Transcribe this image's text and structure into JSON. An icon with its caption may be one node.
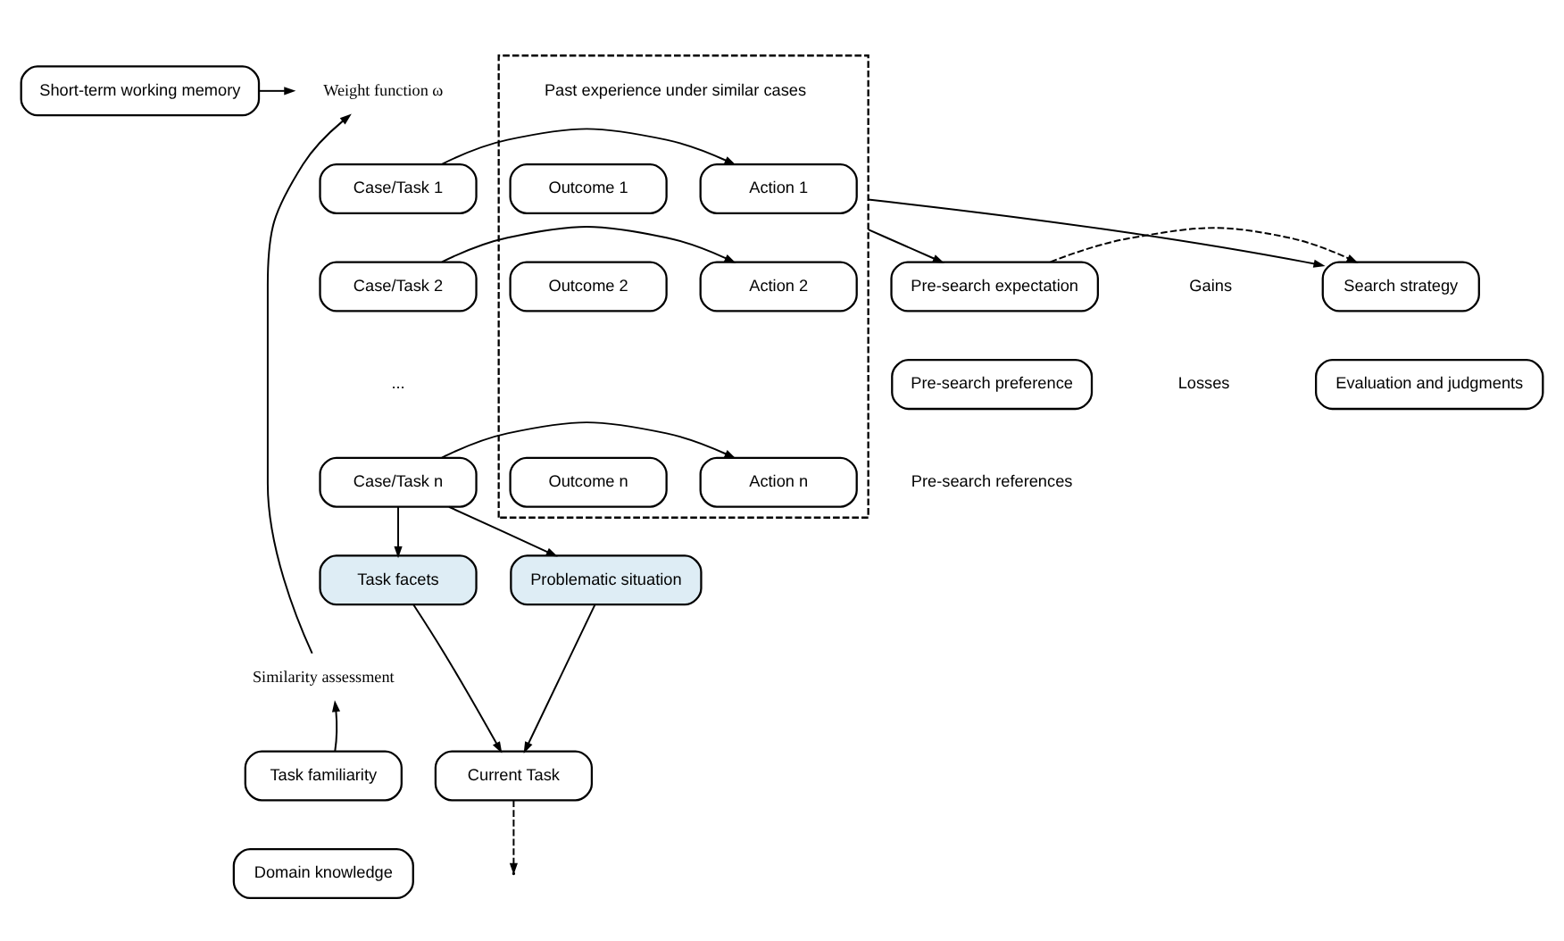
{
  "diagram": {
    "nodes": [
      {
        "text": [
          "Weight function ω"
        ]
      },
      {
        "text": [
          "Short-term working memory"
        ]
      },
      {
        "text": [],
        "shape": "box",
        "beside": [
          "Past experience under similar cases"
        ]
      },
      {
        "text": [
          "Case/Task 1"
        ]
      },
      {
        "text": [
          "Case/Task 2"
        ]
      },
      {
        "text": [
          "Case/Task n"
        ]
      },
      {
        "text": [
          "Action 1"
        ],
        "in": 2
      },
      {
        "text": [
          "Outcome 1"
        ],
        "in": 2
      },
      {
        "text": [
          "Action 2"
        ],
        "in": 2
      },
      {
        "text": [
          "Outcome 2"
        ],
        "in": 2
      },
      {
        "text": [
          "Action n"
        ],
        "in": 2
      },
      {
        "text": [
          "Outcome n"
        ],
        "in": 2
      },
      {
        "text": [
          "Task facets"
        ]
      },
      {
        "text": [
          "Problematic situation"
        ]
      },
      {
        "text": [
          "Similarity assessment"
        ]
      },
      {
        "text": [
          "Task familiarity"
        ]
      },
      {
        "text": [
          "Domain knowledge"
        ]
      },
      {
        "text": [
          "Current Task"
        ]
      },
      {
        "text": [
          "Pre-search expectation"
        ]
      },
      {
        "text": [
          "Pre-search preference"
        ]
      },
      {
        "text": [
          "Search strategy"
        ]
      },
      {
        "text": [
          "Evaluation and judgments"
        ]
      }
    ],
    "edges": [
      {
        "from": 1,
        "to": 0,
        "arrow": "to"
      },
      {
        "from": 14,
        "to": 0,
        "arrow": "to"
      },
      {
        "from": 3,
        "to": 6,
        "arrow": "to"
      },
      {
        "from": 4,
        "to": 8,
        "arrow": "to"
      },
      {
        "from": 5,
        "to": 10,
        "arrow": "to"
      },
      {
        "from": 5,
        "to": 12,
        "arrow": "to"
      },
      {
        "from": 5,
        "to": 13,
        "arrow": "to"
      },
      {
        "from": 12,
        "to": 17,
        "arrow": "to"
      },
      {
        "from": 13,
        "to": 17,
        "arrow": "to"
      },
      {
        "from": 15,
        "to": 14,
        "arrow": "to"
      },
      {
        "from": 2,
        "to": 18,
        "arrow": "to"
      },
      {
        "from": 2,
        "to": 20,
        "arrow": "to"
      },
      {
        "from": 17,
        "to": null,
        "arrow": "to",
        "style": "dashed"
      },
      {
        "from": 18,
        "to": 20,
        "arrow": "to",
        "style": "dashed"
      }
    ],
    "labels": [
      "...",
      "Gains",
      "Losses",
      "Pre-search references"
    ]
  }
}
